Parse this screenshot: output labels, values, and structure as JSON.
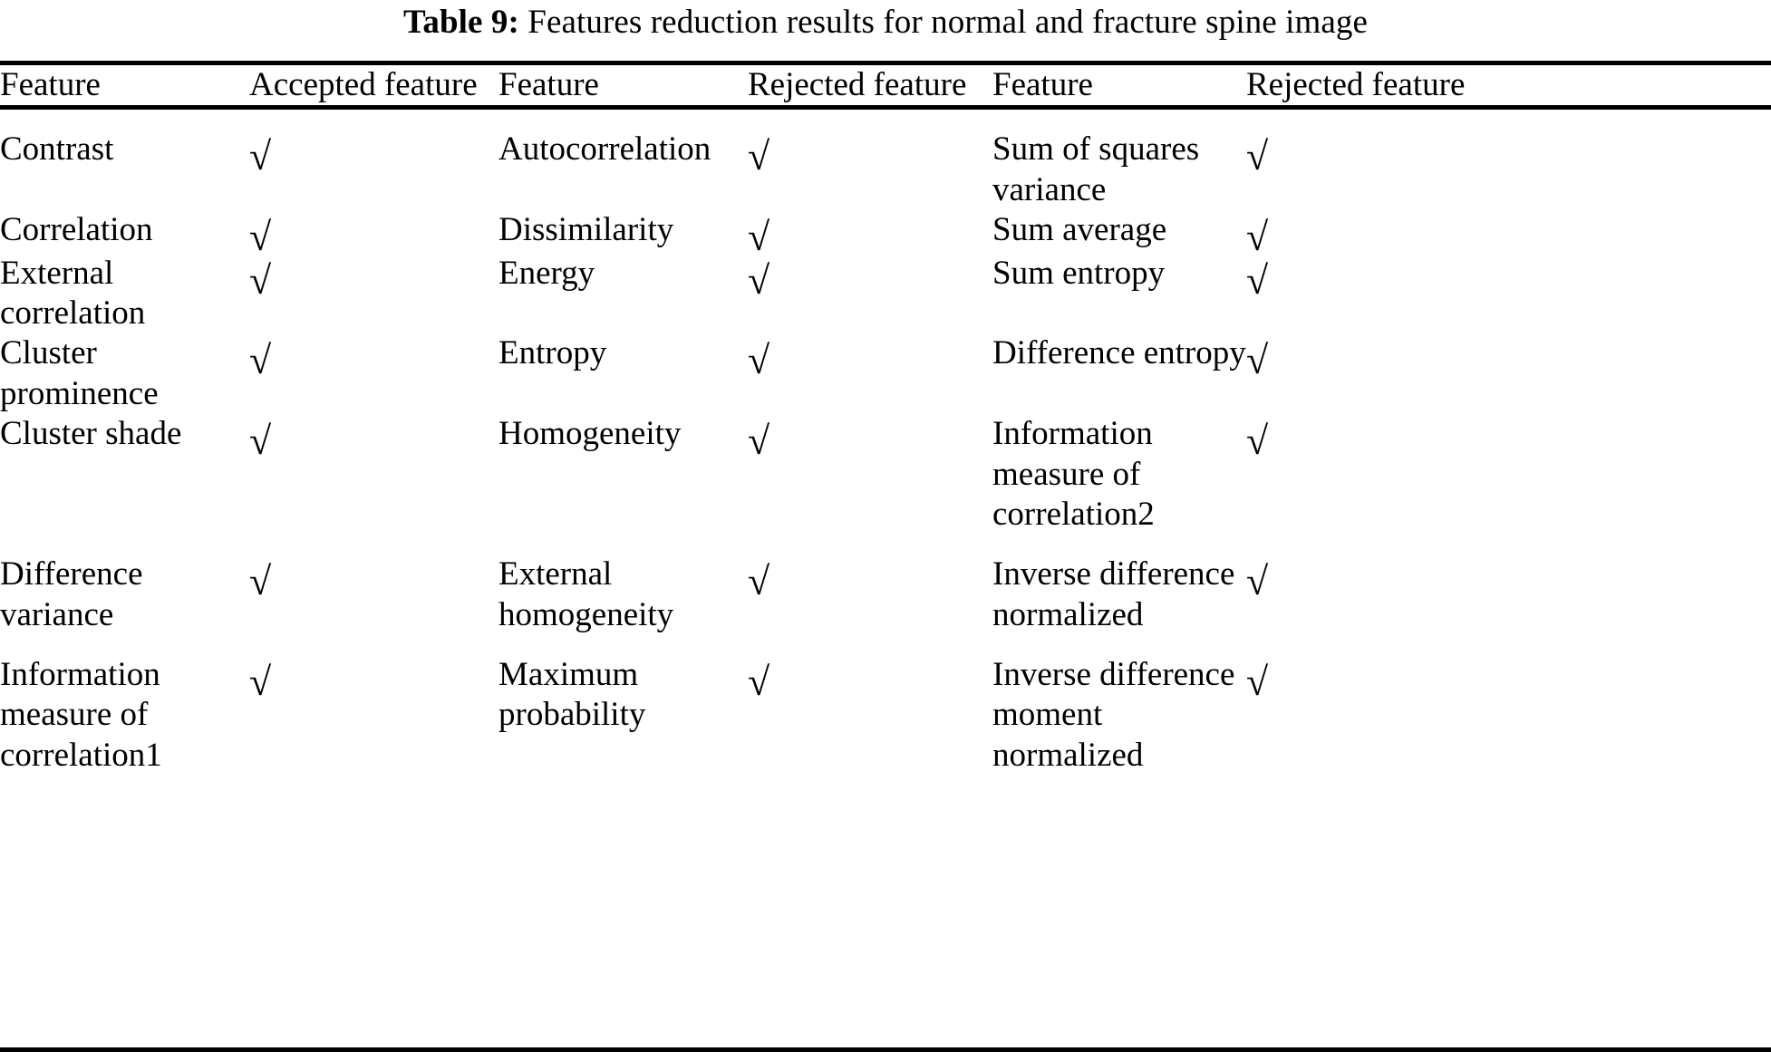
{
  "caption": {
    "label": "Table 9:",
    "text": "Features reduction results for normal and fracture spine image"
  },
  "table": {
    "headers": [
      "Feature",
      "Accepted feature",
      "Feature",
      "Rejected feature",
      "Feature",
      "Rejected feature"
    ],
    "check_glyph": "√",
    "rows": [
      {
        "accepted_feature": "Contrast",
        "accepted_mark": "√",
        "rejected_feature_a": "Autocorrelation",
        "rejected_mark_a": "√",
        "rejected_feature_b": "Sum of squares variance",
        "rejected_mark_b": "√"
      },
      {
        "accepted_feature": "Correlation",
        "accepted_mark": "√",
        "rejected_feature_a": "Dissimilarity",
        "rejected_mark_a": "√",
        "rejected_feature_b": "Sum average",
        "rejected_mark_b": "√"
      },
      {
        "accepted_feature": "External correlation",
        "accepted_mark": "√",
        "rejected_feature_a": "Energy",
        "rejected_mark_a": "√",
        "rejected_feature_b": "Sum entropy",
        "rejected_mark_b": "√"
      },
      {
        "accepted_feature": "Cluster prominence",
        "accepted_mark": "√",
        "rejected_feature_a": "Entropy",
        "rejected_mark_a": "√",
        "rejected_feature_b": "Difference entropy",
        "rejected_mark_b": "√"
      },
      {
        "accepted_feature": "Cluster shade",
        "accepted_mark": "√",
        "rejected_feature_a": "Homogeneity",
        "rejected_mark_a": "√",
        "rejected_feature_b": "Information measure of correlation2",
        "rejected_mark_b": "√"
      },
      {
        "accepted_feature": "Difference variance",
        "accepted_mark": "√",
        "rejected_feature_a": "External homogeneity",
        "rejected_mark_a": "√",
        "rejected_feature_b": "Inverse difference normalized",
        "rejected_mark_b": "√"
      },
      {
        "accepted_feature": "Information measure of correlation1",
        "accepted_mark": "√",
        "rejected_feature_a": "Maximum probability",
        "rejected_mark_a": "√",
        "rejected_feature_b": "Inverse difference moment normalized",
        "rejected_mark_b": "√"
      }
    ]
  }
}
